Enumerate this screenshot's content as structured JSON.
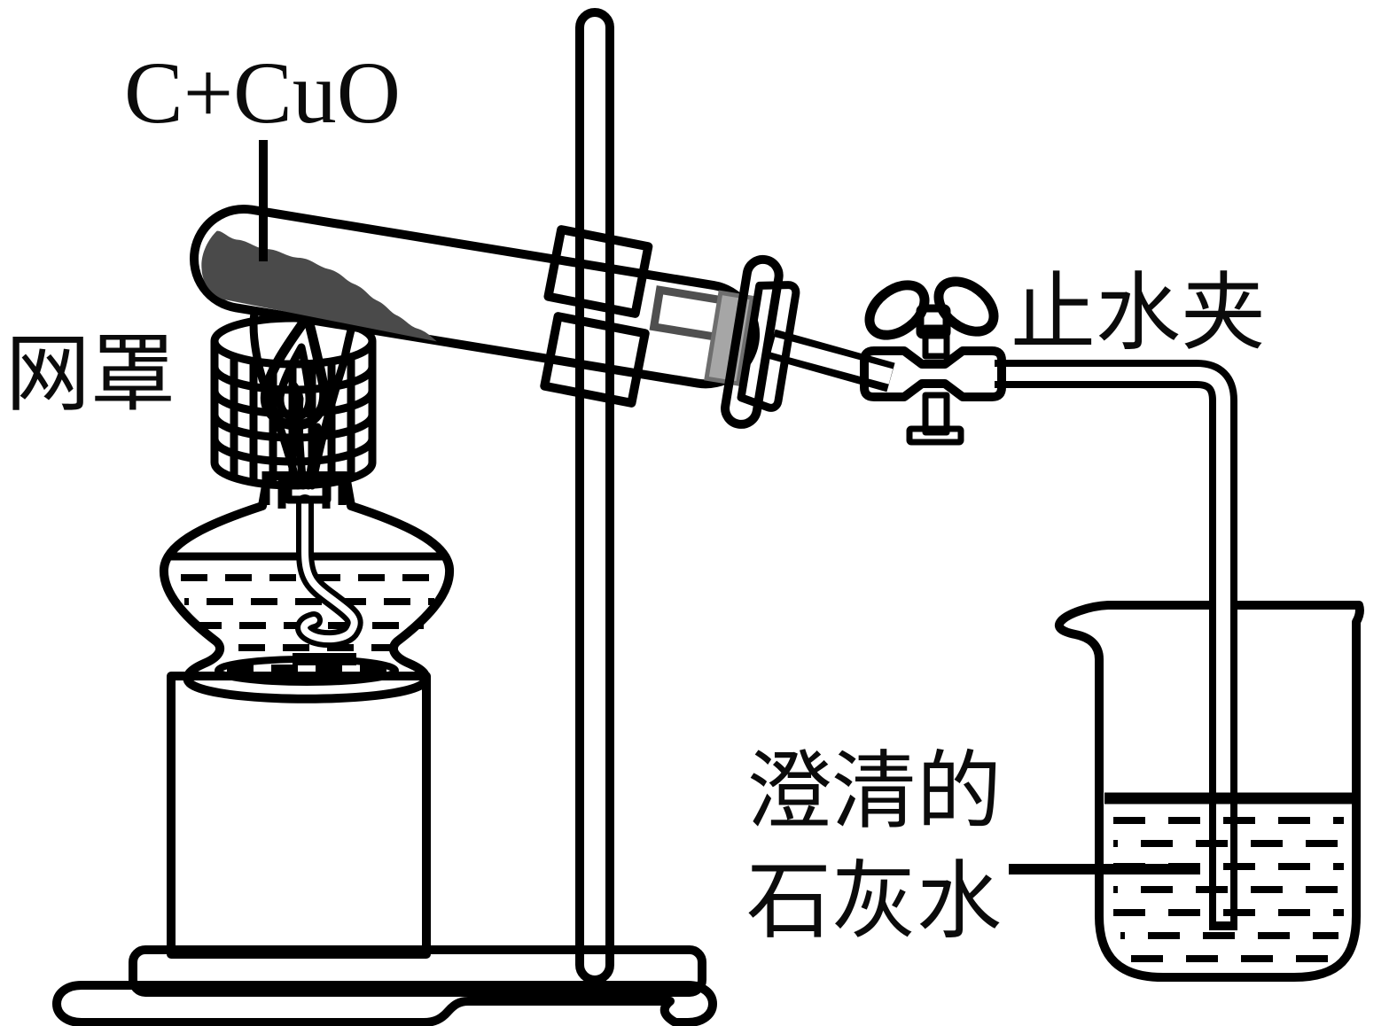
{
  "diagram": {
    "labels": {
      "reactants": "C+CuO",
      "mesh_cover": "网罩",
      "pinch_clamp": "止水夹",
      "limewater_line1": "澄清的",
      "limewater_line2": "石灰水"
    },
    "colors": {
      "outline": "#000000",
      "background": "#ffffff",
      "metal_gray": "#9a9a9a",
      "block_gray": "#8a8a8a",
      "stopper_gray": "#7d7d7d",
      "stopper_inner_gray": "#a6a6a6",
      "powder_gray": "#4a4a4a",
      "foot_plate_dark": "#2e2e2e"
    }
  }
}
